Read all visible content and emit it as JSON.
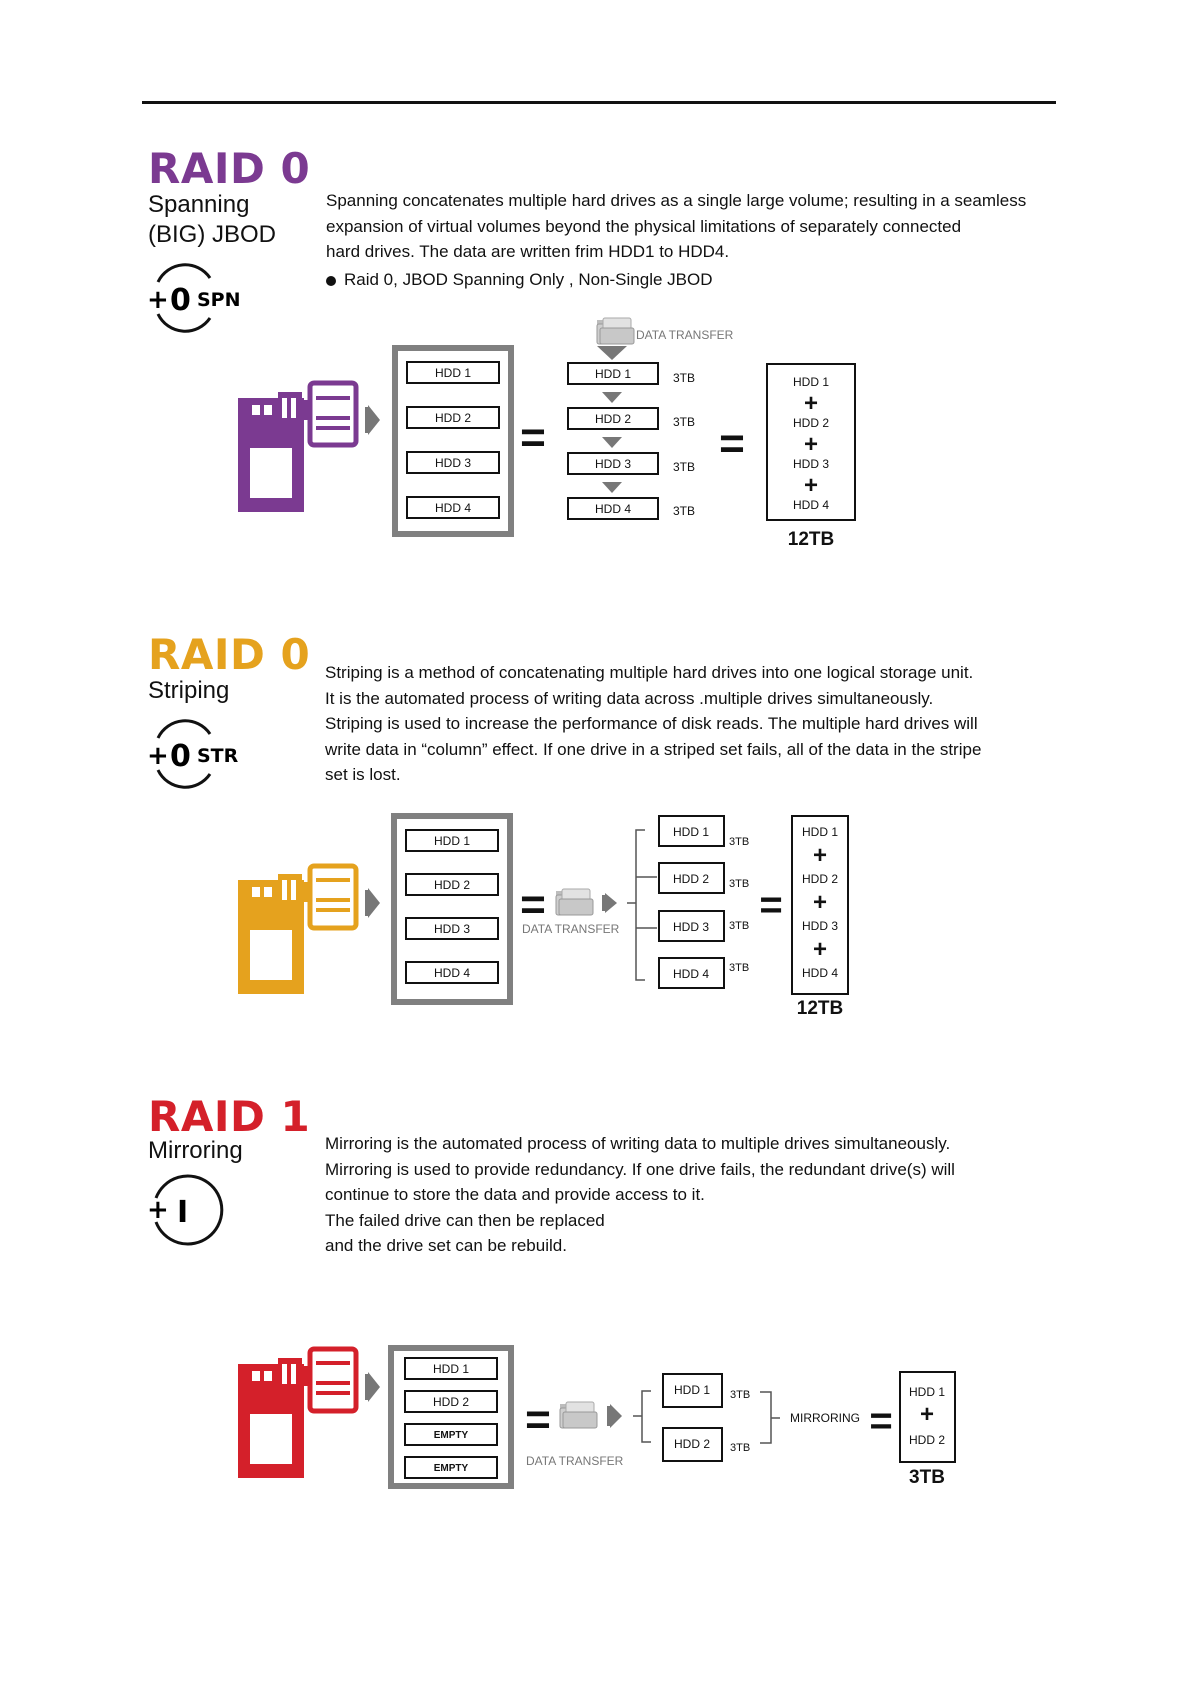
{
  "sections": {
    "spanning": {
      "title": "RAID 0",
      "subtitle_1": "Spanning",
      "subtitle_2": "(BIG) JBOD",
      "badge": {
        "plus": "+",
        "num": "0",
        "code": "SPN"
      },
      "desc": [
        "Spanning concatenates multiple hard drives as a single large volume; resulting in a seamless",
        "expansion of virtual volumes beyond the physical limitations of separately connected",
        "hard drives. The data are written frim HDD1 to HDD4."
      ],
      "bullet": "Raid 0, JBOD Spanning Only ,  Non-Single JBOD",
      "drives": [
        "HDD 1",
        "HDD 2",
        "HDD 3",
        "HDD 4"
      ],
      "sizes": [
        "3TB",
        "3TB",
        "3TB",
        "3TB"
      ],
      "transfer_label": "DATA TRANSFER",
      "result_items": [
        "HDD 1",
        "HDD 2",
        "HDD 3",
        "HDD 4"
      ],
      "plus": "+",
      "equals": "=",
      "total": "12TB",
      "color": "#7b3a91"
    },
    "striping": {
      "title": "RAID 0",
      "subtitle_1": "Striping",
      "badge": {
        "plus": "+",
        "num": "0",
        "code": "STR"
      },
      "desc": [
        "Striping is a method of concatenating multiple hard drives into one logical storage unit.",
        "It is the automated process of writing data across .multiple drives simultaneously.",
        "Striping is used to increase the performance of disk reads. The multiple hard drives will",
        "write data in “column” effect. If one drive in a striped set fails, all of the data in the stripe",
        "set is lost."
      ],
      "drives": [
        "HDD 1",
        "HDD 2",
        "HDD 3",
        "HDD 4"
      ],
      "sizes": [
        "3TB",
        "3TB",
        "3TB",
        "3TB"
      ],
      "transfer_label": "DATA TRANSFER",
      "result_items": [
        "HDD 1",
        "HDD 2",
        "HDD 3",
        "HDD 4"
      ],
      "plus": "+",
      "equals": "=",
      "total": "12TB",
      "color": "#e5a21e"
    },
    "mirroring": {
      "title": "RAID 1",
      "subtitle_1": "Mirroring",
      "badge": {
        "plus": "+",
        "num": "I"
      },
      "desc": [
        "Mirroring is the automated process of writing data to multiple drives simultaneously.",
        "Mirroring is used to provide redundancy. If one drive fails, the redundant drive(s) will",
        "continue to store the data and provide access to it.",
        "The failed drive can then be replaced",
        "and the drive set can be rebuild."
      ],
      "drives": [
        "HDD 1",
        "HDD 2",
        "EMPTY",
        "EMPTY"
      ],
      "targets": [
        "HDD 1",
        "HDD 2"
      ],
      "sizes": [
        "3TB",
        "3TB"
      ],
      "transfer_label": "DATA TRANSFER",
      "mirroring_label": "MIRRORING",
      "result_items": [
        "HDD 1",
        "HDD 2"
      ],
      "plus": "+",
      "equals": "=",
      "total": "3TB",
      "color": "#d4202a"
    }
  }
}
